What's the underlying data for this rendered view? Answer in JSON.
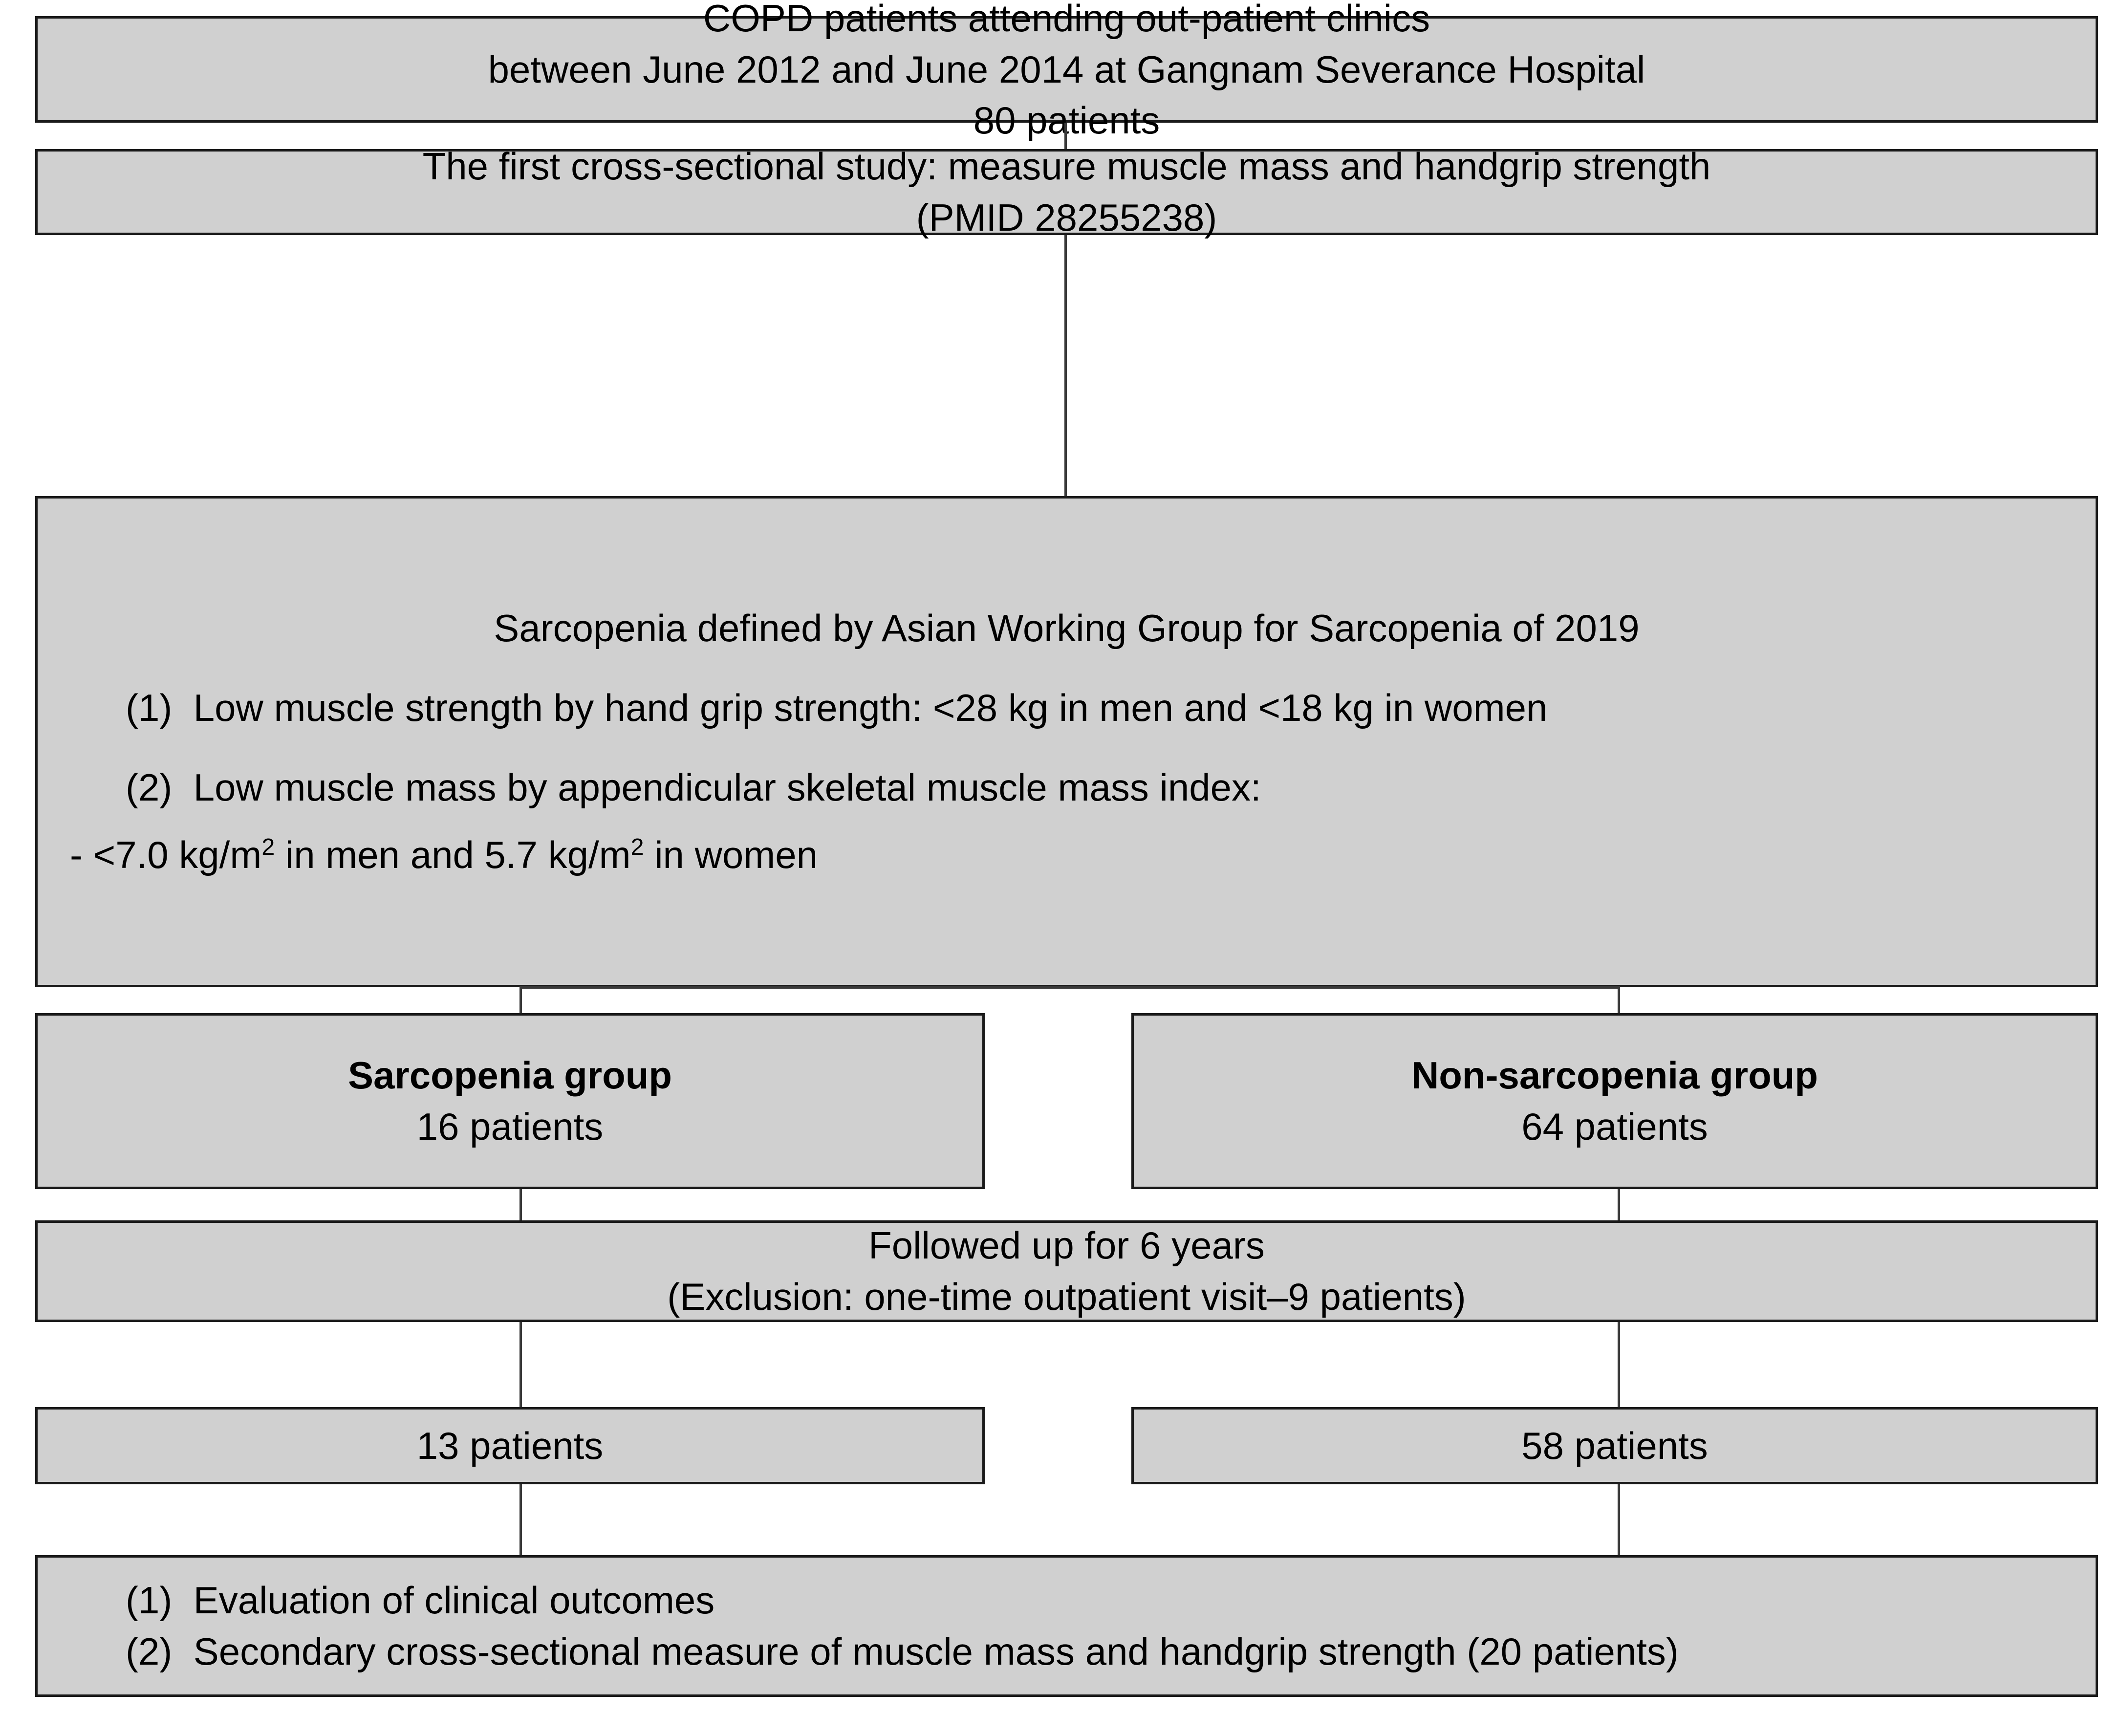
{
  "diagram": {
    "title": "COPD sarcopenia cohort study flow diagram",
    "box_fill_color": "#d0d0d0",
    "box_border_color": "#1a1a1a",
    "connector_color": "#3a3a3a",
    "background_color": "#ffffff"
  },
  "nodes": {
    "source": {
      "line1": "COPD patients attending out-patient clinics",
      "line2": "between June 2012 and June 2014 at Gangnam Severance Hospital",
      "line3": "80 patients"
    },
    "first_study": {
      "line1": "The first cross-sectional study: measure muscle mass and handgrip strength",
      "line2": "(PMID 28255238)"
    },
    "definition": {
      "heading": "Sarcopenia defined by Asian Working Group for Sarcopenia of 2019",
      "criterion_1_marker": "(1)",
      "criterion_1_text": "Low muscle strength by hand grip strength: <28 kg in men and <18 kg in women",
      "criterion_2_marker": "(2)",
      "criterion_2_text": "Low muscle mass by appendicular skeletal muscle mass index:",
      "criterion_2_sub_prefix": "-  <7.0 kg/m",
      "criterion_2_sub_sup1": "2",
      "criterion_2_sub_mid": " in men and 5.7 kg/m",
      "criterion_2_sub_sup2": "2",
      "criterion_2_sub_suffix": " in women"
    },
    "sarcopenia_group": {
      "title": "Sarcopenia group",
      "count": "16 patients"
    },
    "non_sarcopenia_group": {
      "title": "Non-sarcopenia group",
      "count": "64 patients"
    },
    "followup": {
      "line1": "Followed up for 6 years",
      "line2": "(Exclusion: one-time outpatient visit–9 patients)"
    },
    "left_count": {
      "label": "13 patients"
    },
    "right_count": {
      "label": "58 patients"
    },
    "outcomes": {
      "item_1_marker": "(1)",
      "item_1_text": "Evaluation of clinical outcomes",
      "item_2_marker": "(2)",
      "item_2_text": "Secondary cross-sectional measure of muscle mass and handgrip strength (20 patients)"
    }
  }
}
